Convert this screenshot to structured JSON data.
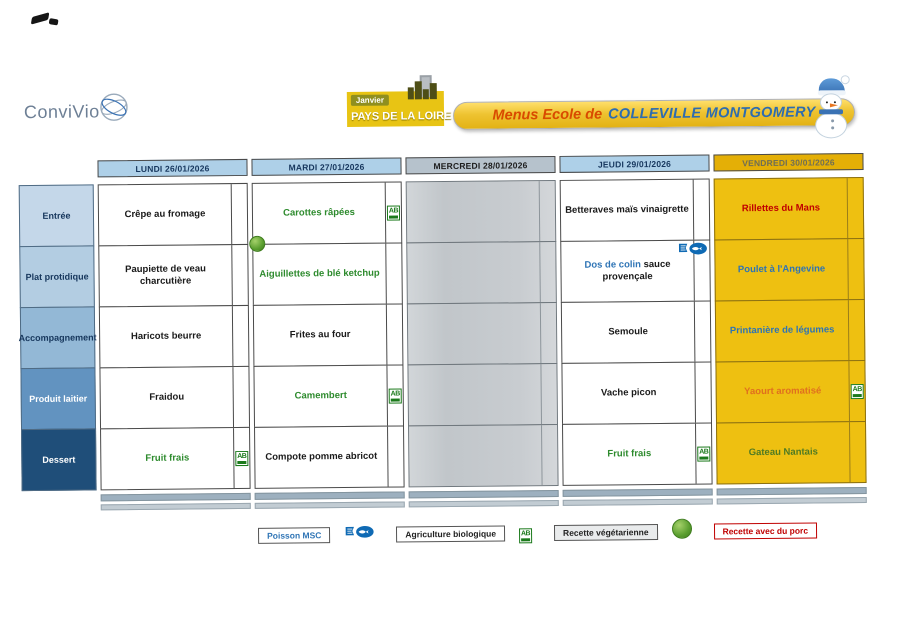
{
  "header": {
    "brand": "ConviVio",
    "badge": {
      "month": "Janvier",
      "region": "PAYS DE LA LOIRE"
    },
    "title_prefix": "Menus Ecole de",
    "title_school": "COLLEVILLE MONTGOMERY"
  },
  "table": {
    "columns": [
      {
        "label": "LUNDI 26/01/2026",
        "header_style": "blue",
        "cell_style": "white"
      },
      {
        "label": "MARDI 27/01/2026",
        "header_style": "blue",
        "cell_style": "white"
      },
      {
        "label": "MERCREDI 28/01/2026",
        "header_style": "grayblue",
        "cell_style": "gray"
      },
      {
        "label": "JEUDI 29/01/2026",
        "header_style": "blue",
        "cell_style": "white"
      },
      {
        "label": "VENDREDI 30/01/2026",
        "header_style": "yellow",
        "cell_style": "yellow"
      }
    ],
    "label_bg": [
      "#c4d7e9",
      "#b3cde2",
      "#93b8d6",
      "#6293c0",
      "#1f4e79"
    ],
    "label_text": [
      "#16365c",
      "#16365c",
      "#16365c",
      "#ffffff",
      "#ffffff"
    ],
    "rows": [
      {
        "label": "Entrée",
        "cells": [
          {
            "text": "Crêpe au fromage",
            "color": "black"
          },
          {
            "text": "Carottes râpées",
            "color": "green",
            "icon": "ab"
          },
          {
            "text": "",
            "color": "black"
          },
          {
            "text": "Betteraves maïs vinaigrette",
            "color": "black"
          },
          {
            "text": "Rillettes du Mans",
            "color": "red"
          }
        ]
      },
      {
        "label": "Plat protidique",
        "cells": [
          {
            "text": "Paupiette de veau charcutière",
            "color": "black"
          },
          {
            "text": "Aiguillettes de blé ketchup",
            "color": "green",
            "icon": "veg"
          },
          {
            "text": "",
            "color": "black"
          },
          {
            "parts": [
              {
                "text": "Dos de colin",
                "color": "blue"
              },
              {
                "text": " sauce provençale",
                "color": "black"
              }
            ],
            "icon": "msc"
          },
          {
            "text": "Poulet à l'Angevine",
            "color": "blue"
          }
        ]
      },
      {
        "label": "Accompagnement",
        "cells": [
          {
            "text": "Haricots beurre",
            "color": "black"
          },
          {
            "text": "Frites au four",
            "color": "black"
          },
          {
            "text": "",
            "color": "black"
          },
          {
            "text": "Semoule",
            "color": "black"
          },
          {
            "text": "Printanière de légumes",
            "color": "blue"
          }
        ]
      },
      {
        "label": "Produit laitier",
        "cells": [
          {
            "text": "Fraidou",
            "color": "black"
          },
          {
            "text": "Camembert",
            "color": "green",
            "icon": "ab"
          },
          {
            "text": "",
            "color": "black"
          },
          {
            "text": "Vache picon",
            "color": "black"
          },
          {
            "text": "Yaourt aromatisé",
            "color": "orange",
            "icon": "ab"
          }
        ]
      },
      {
        "label": "Dessert",
        "cells": [
          {
            "text": "Fruit frais",
            "color": "green",
            "icon": "ab"
          },
          {
            "text": "Compote pomme abricot",
            "color": "black"
          },
          {
            "text": "",
            "color": "black"
          },
          {
            "text": "Fruit frais",
            "color": "green",
            "icon": "ab"
          },
          {
            "text": "Gateau Nantais",
            "color": "darkgreen"
          }
        ]
      }
    ]
  },
  "legend": {
    "items": [
      {
        "label": "Poisson MSC",
        "color": "blue",
        "icon": "msc"
      },
      {
        "label": "Agriculture biologique",
        "color": "black",
        "icon": "ab"
      },
      {
        "label": "Recette végétarienne",
        "color": "black",
        "icon": "veg"
      },
      {
        "label": "Recette avec du porc",
        "color": "red",
        "icon": "none"
      }
    ]
  },
  "theme": {
    "text_green": "#2e8b2e",
    "text_red": "#c00000",
    "text_blue": "#2e74b5",
    "text_orange": "#e0701f",
    "text_darkgreen": "#4f7a23",
    "header_blue_bg": "#aed0e8",
    "header_blue_text": "#17375e",
    "header_gray_bg": "#b6c2cc",
    "header_yellow_bg": "#e4af06",
    "cell_yellow_bg": "#eec011",
    "cell_gray_bg": "#c8ccd0",
    "banner_yellow": "#eec331",
    "label_dark_blue": "#1f4e79"
  }
}
